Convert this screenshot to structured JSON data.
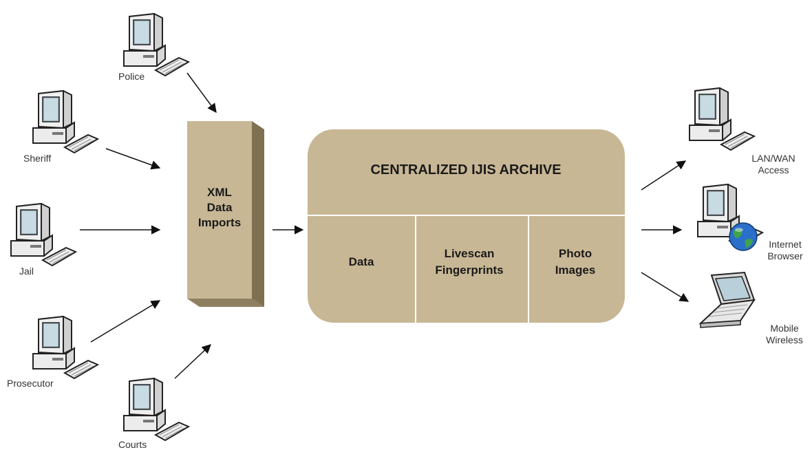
{
  "sources": {
    "police": "Police",
    "sheriff": "Sheriff",
    "jail": "Jail",
    "prosecutor": "Prosecutor",
    "courts": "Courts"
  },
  "imports": {
    "line1": "XML",
    "line2": "Data",
    "line3": "Imports"
  },
  "archive": {
    "title": "CENTRALIZED IJIS ARCHIVE",
    "cells": {
      "data": "Data",
      "livescan_1": "Livescan",
      "livescan_2": "Fingerprints",
      "photo_1": "Photo",
      "photo_2": "Images"
    }
  },
  "outputs": {
    "lan_1": "LAN/WAN",
    "lan_2": "Access",
    "internet_1": "Internet",
    "internet_2": "Browser",
    "mobile_1": "Mobile",
    "mobile_2": "Wireless"
  },
  "colors": {
    "tan": "#c8b795",
    "tan_dark": "#9a8a6a",
    "tan_side": "#7f7052"
  }
}
